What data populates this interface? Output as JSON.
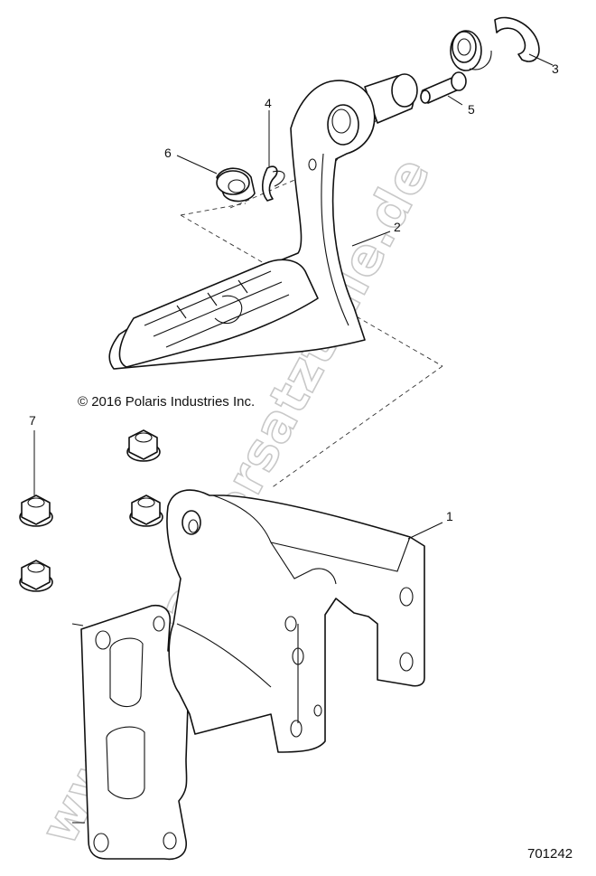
{
  "copyright": "© 2016 Polaris Industries Inc.",
  "figure_number": "701242",
  "watermark": "www.polarisersatzteile.de",
  "callouts": [
    {
      "id": "1",
      "label": "1"
    },
    {
      "id": "2",
      "label": "2"
    },
    {
      "id": "3",
      "label": "3"
    },
    {
      "id": "4",
      "label": "4"
    },
    {
      "id": "5",
      "label": "5"
    },
    {
      "id": "6",
      "label": "6"
    },
    {
      "id": "7",
      "label": "7"
    }
  ]
}
